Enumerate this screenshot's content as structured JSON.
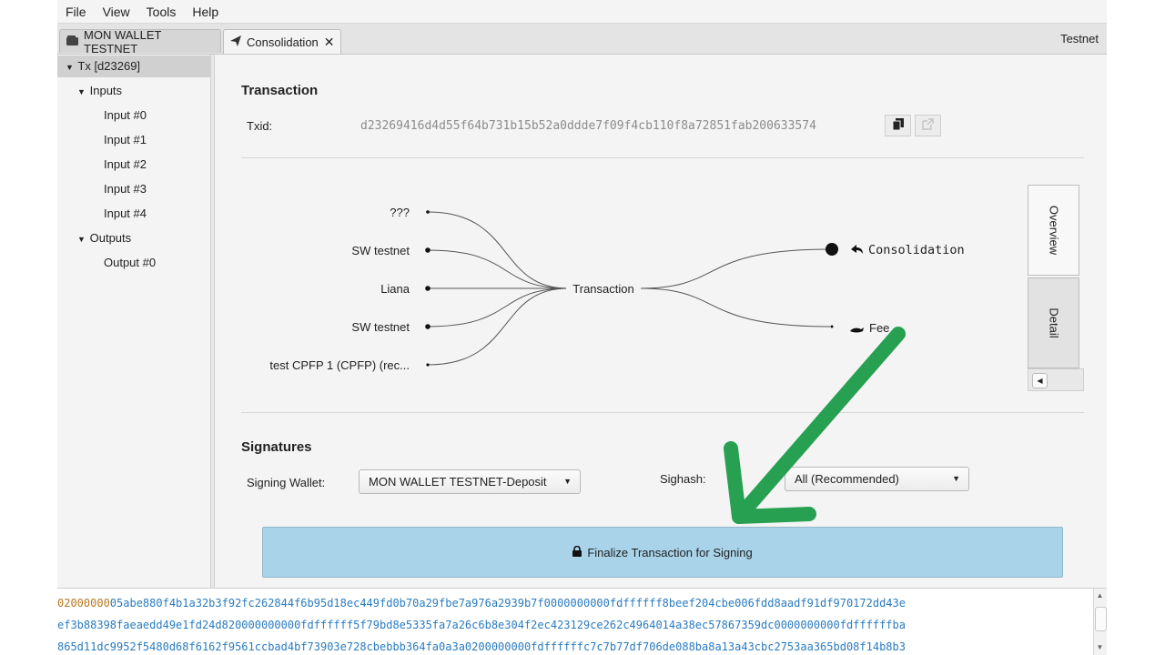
{
  "menu": [
    "File",
    "View",
    "Tools",
    "Help"
  ],
  "tabs": [
    {
      "label": "MON WALLET TESTNET",
      "icon": "wallet-icon"
    },
    {
      "label": "Consolidation",
      "icon": "send-icon",
      "close": "✕"
    }
  ],
  "network": "Testnet",
  "tree": {
    "root": "Tx [d23269]",
    "inputs_label": "Inputs",
    "inputs": [
      "Input #0",
      "Input #1",
      "Input #2",
      "Input #3",
      "Input #4"
    ],
    "outputs_label": "Outputs",
    "outputs": [
      "Output #0"
    ]
  },
  "transaction": {
    "heading": "Transaction",
    "txid_label": "Txid:",
    "txid": "d23269416d4d55f64b731b15b52a0ddde7f09f4cb110f8a72851fab200633574"
  },
  "diagram": {
    "inputs": [
      "???",
      "SW testnet",
      "Liana",
      "SW testnet",
      "test CPFP 1 (CPFP) (rec..."
    ],
    "center": "Transaction",
    "outputs": [
      {
        "label": "Consolidation",
        "icon": "consolidation-icon"
      },
      {
        "label": "Fee",
        "icon": "fee-icon"
      }
    ]
  },
  "side_tabs": [
    "Overview",
    "Detail"
  ],
  "signatures": {
    "heading": "Signatures",
    "signing_wallet_label": "Signing Wallet:",
    "signing_wallet_value": "MON WALLET TESTNET-Deposit",
    "sighash_label": "Sighash:",
    "sighash_value": "All (Recommended)",
    "finalize_label": "Finalize Transaction for Signing"
  },
  "hex": {
    "version": "02000000",
    "line1": "05abe880f4b1a32b3f92fc262844f6b95d18ec449fd0b70a29fbe7a976a2939b7f0000000000fdffffff8beef204cbe006fdd8aadf91df970172dd43e",
    "line2": "ef3b88398faeaedd49e1fd24d820000000000fdffffff5f79bd8e5335fa7a26c6b8e304f2ec423129ce262c4964014a38ec57867359dc0000000000fdffffffba",
    "line3": "865d11dc9952f5480d68f6162f9561ccbad4bf73903e728cbebbb364fa0a3a0200000000fdffffffc7c7b77df706de088ba8a13a43cbc2753aa365bd08f14b8b3"
  },
  "colors": {
    "arrow": "#27a052",
    "finalize_bg": "#a9d3e9",
    "hex_blue": "#2a7bc0",
    "hex_version": "#b7791f"
  }
}
